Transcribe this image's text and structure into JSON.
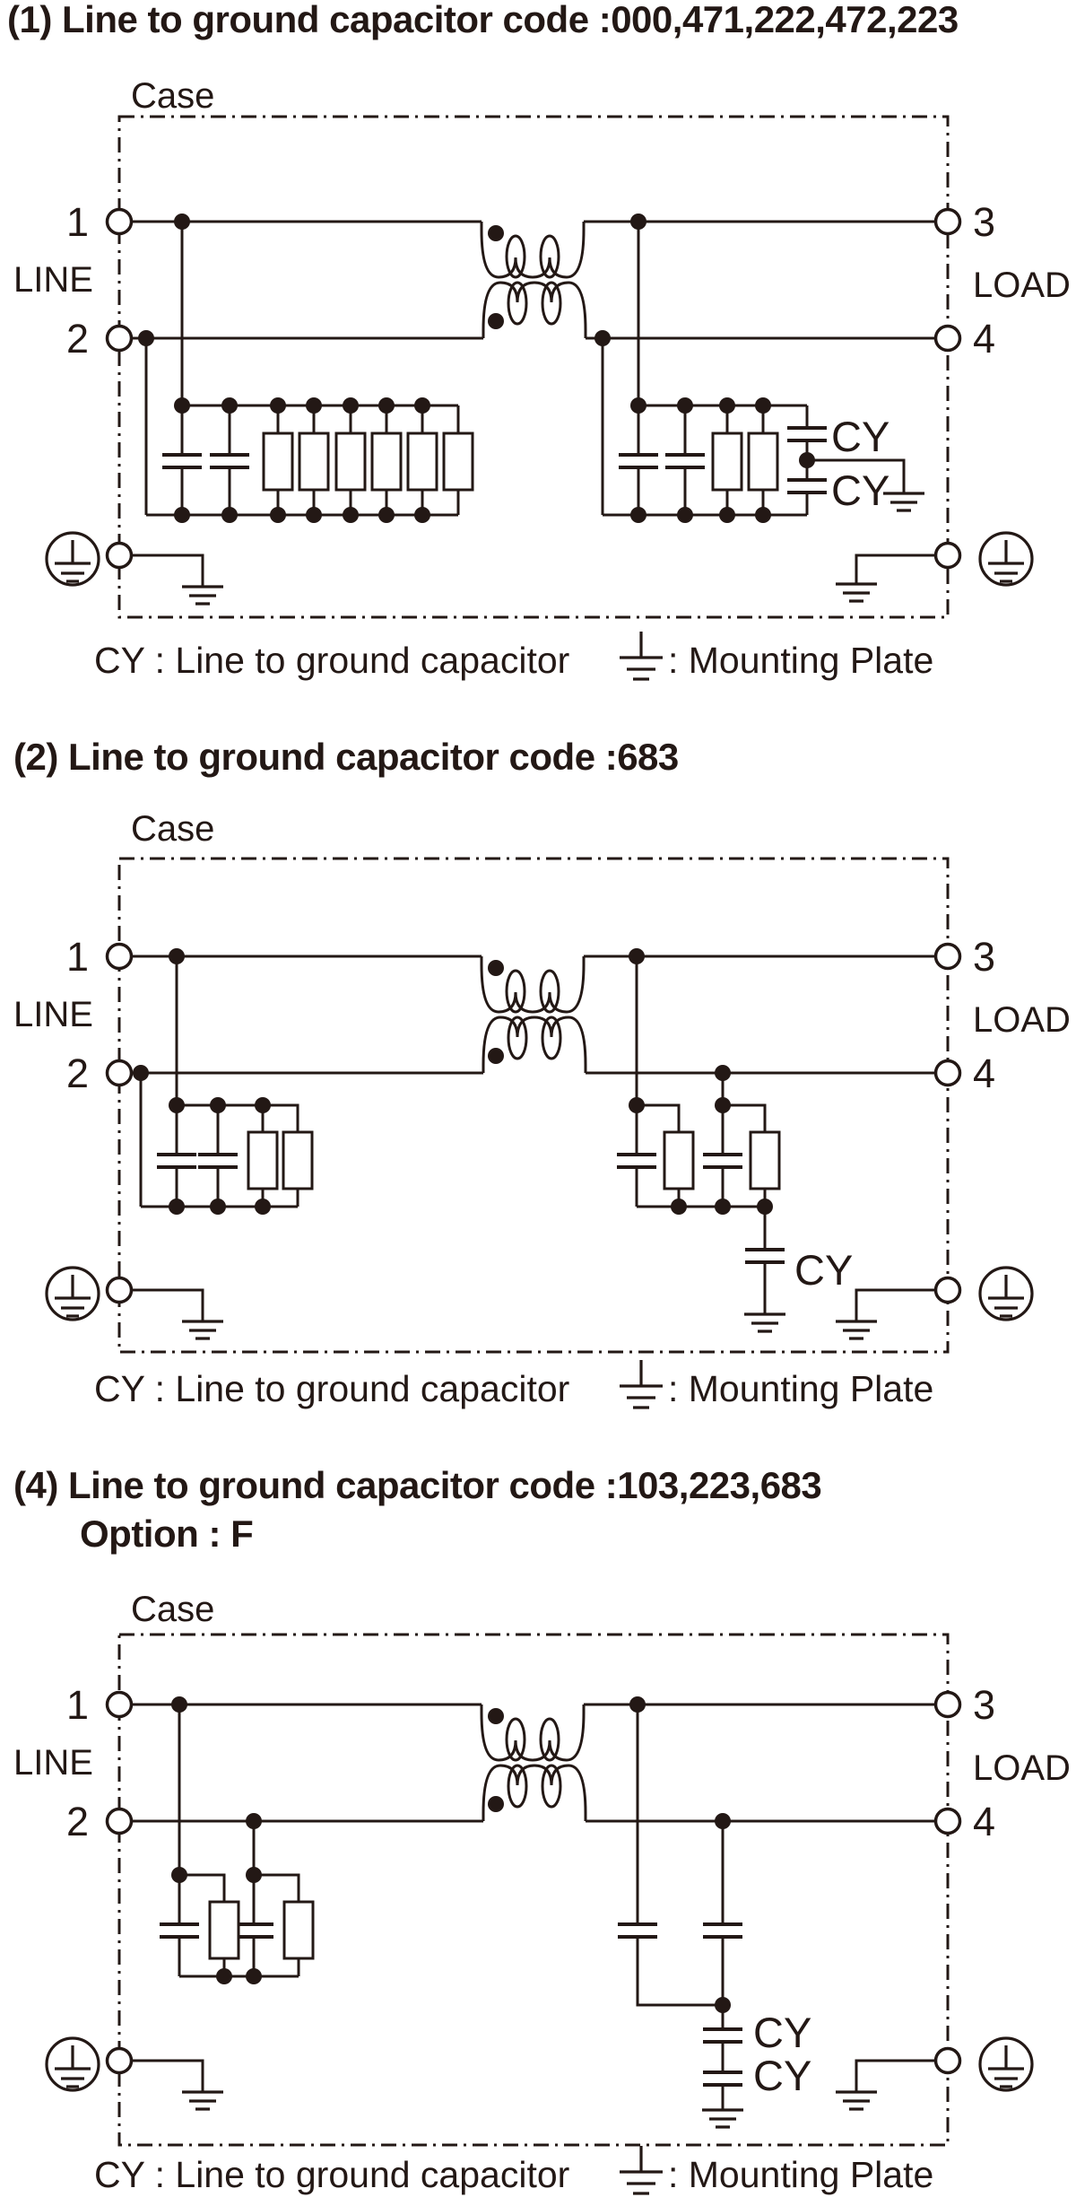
{
  "page": {
    "background": "#ffffff",
    "ink_color": "#231815"
  },
  "sections": [
    {
      "title": "(1) Line to ground capacitor code :000,471,222,472,223",
      "case_label": "Case",
      "t1": "1",
      "t2": "2",
      "t3": "3",
      "t4": "4",
      "line": "LINE",
      "load": "LOAD",
      "cy_top": "CY",
      "cy_bottom": "CY",
      "legend_cy": "CY : Line to ground capacitor",
      "legend_plate": ": Mounting Plate"
    },
    {
      "title": "(2) Line to ground capacitor code :683",
      "case_label": "Case",
      "t1": "1",
      "t2": "2",
      "t3": "3",
      "t4": "4",
      "line": "LINE",
      "load": "LOAD",
      "cy": "CY",
      "legend_cy": "CY : Line to ground capacitor",
      "legend_plate": ": Mounting Plate"
    },
    {
      "title": "(4) Line to ground capacitor code :103,223,683",
      "title_line2": "Option : F",
      "case_label": "Case",
      "t1": "1",
      "t2": "2",
      "t3": "3",
      "t4": "4",
      "line": "LINE",
      "load": "LOAD",
      "cy_top": "CY",
      "cy_bottom": "CY",
      "legend_cy": "CY : Line to ground capacitor",
      "legend_plate": ": Mounting Plate"
    }
  ]
}
